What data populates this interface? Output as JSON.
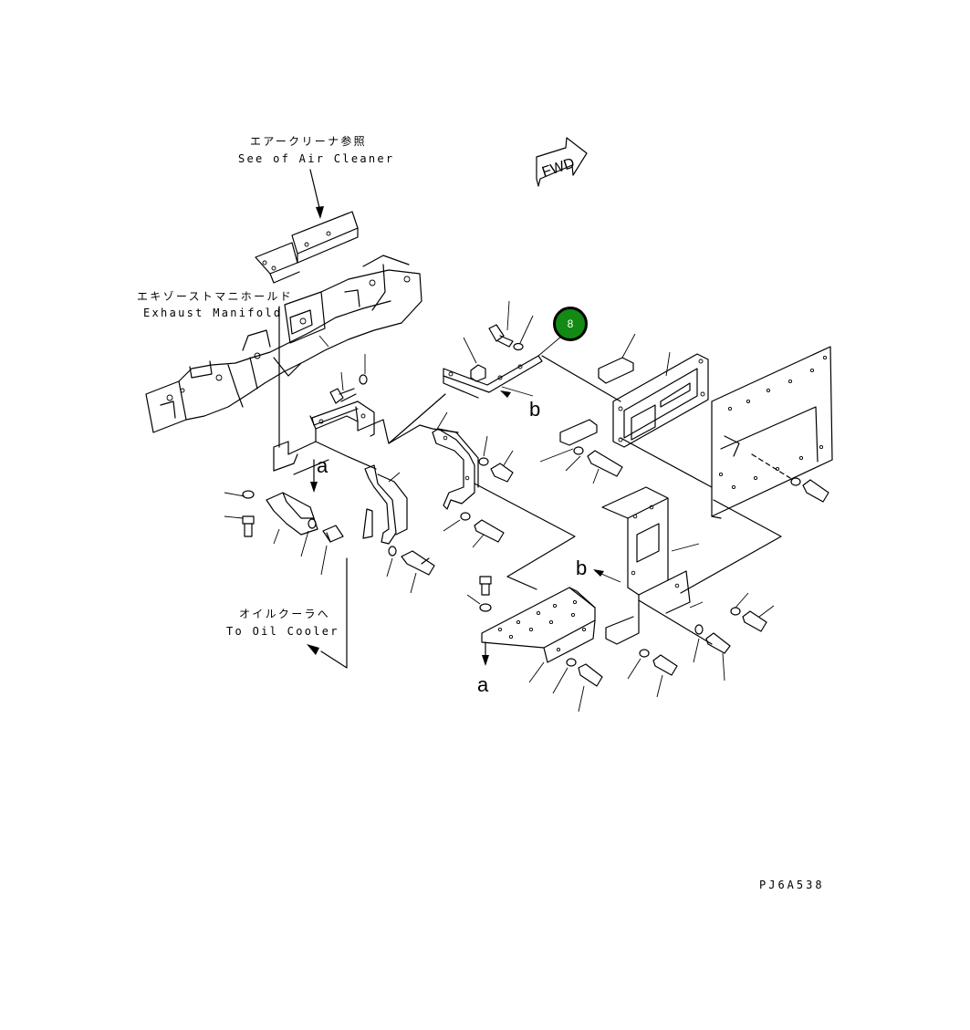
{
  "labels": {
    "air_cleaner_jp": "エアークリーナ参照",
    "air_cleaner_en": "See of Air Cleaner",
    "manifold_jp": "エキゾーストマニホールド",
    "manifold_en": "Exhaust Manifold",
    "oil_cooler_jp": "オイルクーラへ",
    "oil_cooler_en": "To Oil Cooler",
    "fwd": "FWD"
  },
  "refs": {
    "a_top": "a",
    "a_bottom": "a",
    "b_top": "b",
    "b_bottom": "b"
  },
  "callout": {
    "number": "8",
    "color": "#138a13"
  },
  "drawing_code": "PJ6A538"
}
